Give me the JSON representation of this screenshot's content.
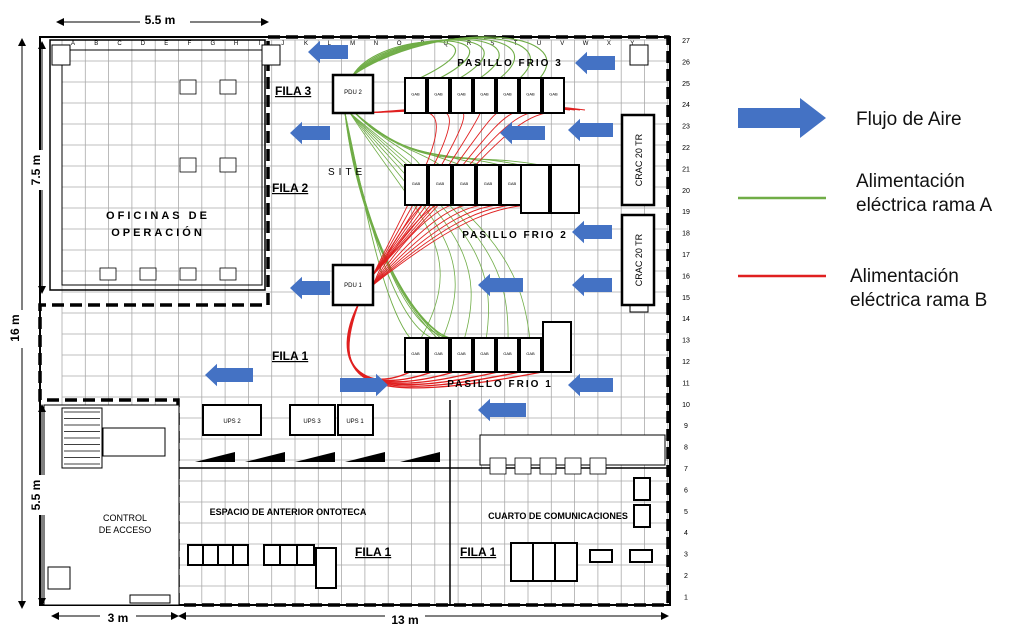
{
  "dimensions": {
    "top_width": "5.5 m",
    "left_upper_height": "7.5 m",
    "left_total_height": "16 m",
    "left_lower_height": "5.5 m",
    "bottom_left_width": "3 m",
    "bottom_width": "13 m"
  },
  "column_letters": [
    "A",
    "B",
    "C",
    "D",
    "E",
    "F",
    "G",
    "H",
    "I",
    "J",
    "K",
    "L",
    "M",
    "N",
    "O",
    "P",
    "Q",
    "R",
    "S",
    "T",
    "U",
    "V",
    "W",
    "X",
    "Y"
  ],
  "row_numbers": [
    "27",
    "26",
    "25",
    "24",
    "23",
    "22",
    "21",
    "20",
    "19",
    "18",
    "17",
    "16",
    "15",
    "14",
    "13",
    "12",
    "11",
    "10",
    "9",
    "8",
    "7",
    "6",
    "5",
    "4",
    "3",
    "2",
    "1"
  ],
  "rooms": {
    "offices_line1": "OFICINAS DE",
    "offices_line2": "OPERACIÓN",
    "access_line1": "CONTROL",
    "access_line2": "DE ACCESO",
    "former_space": "ESPACIO DE ANTERIOR ONTOTECA",
    "comms_room": "CUARTO DE COMUNICACIONES",
    "site": "SITE"
  },
  "rows": {
    "fila3": "FILA 3",
    "fila2": "FILA 2",
    "fila1_main": "FILA 1",
    "fila1_space": "FILA 1",
    "fila1_comms": "FILA 1"
  },
  "aisles": {
    "cold3": "PASILLO FRIO 3",
    "cold2": "PASILLO FRIO 2",
    "cold1": "PASILLO FRIO 1"
  },
  "equipment": {
    "pdu_top": "PDU 2",
    "pdu_mid": "PDU 1",
    "crac_upper": "CRAC 20 TR",
    "crac_lower": "CRAC 20 TR",
    "ups": [
      "UPS 2",
      "UPS 3",
      "UPS 1"
    ],
    "cabinet_label": "GAB"
  },
  "legend": {
    "air_flow": "Flujo de Aire",
    "branch_a_line1": "Alimentación",
    "branch_a_line2": "eléctrica rama A",
    "branch_b_line1": "Alimentación",
    "branch_b_line2": "eléctrica rama B"
  },
  "colors": {
    "air_arrow": "#4472C4",
    "branch_a": "#70AD47",
    "branch_b": "#E02020"
  }
}
